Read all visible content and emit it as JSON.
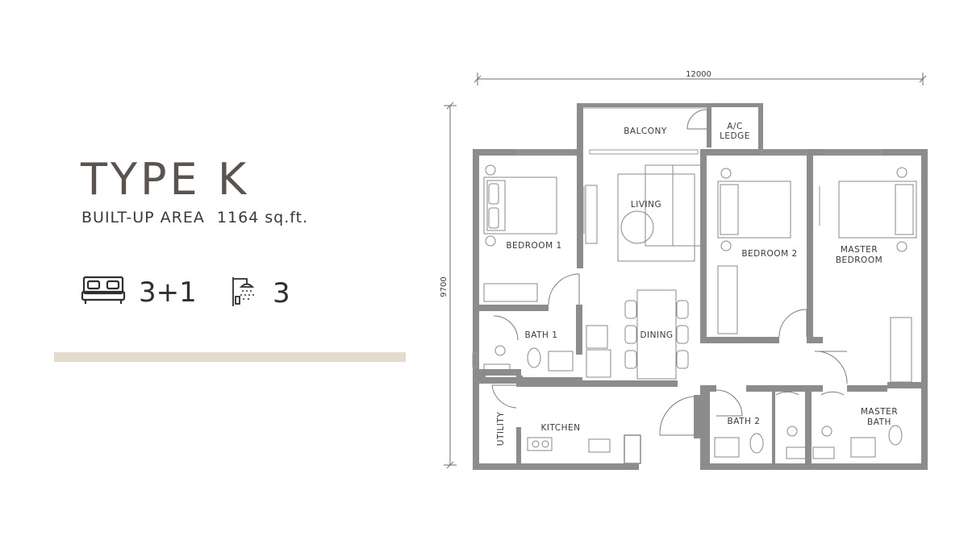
{
  "unit": {
    "title": "TYPE K",
    "built_up_label": "BUILT-UP AREA",
    "built_up_value": "1164 sq.ft.",
    "bedrooms": "3+1",
    "bathrooms": "3"
  },
  "icons": {
    "bed": "bed-icon",
    "shower": "shower-icon"
  },
  "colors": {
    "accent_bar": "#e3dbcc",
    "wall": "#8c8c8c",
    "title": "#5a5350"
  },
  "plan": {
    "dim_width": "12000",
    "dim_depth": "9700",
    "rooms": {
      "balcony": "BALCONY",
      "ac_ledge_1": "A/C",
      "ac_ledge_2": "LEDGE",
      "living": "LIVING",
      "bedroom1": "BEDROOM 1",
      "bedroom2": "BEDROOM 2",
      "master_bedroom_1": "MASTER",
      "master_bedroom_2": "BEDROOM",
      "bath1": "BATH 1",
      "dining": "DINING",
      "utility": "UTILITY",
      "kitchen": "KITCHEN",
      "bath2": "BATH 2",
      "master_bath_1": "MASTER",
      "master_bath_2": "BATH"
    }
  }
}
